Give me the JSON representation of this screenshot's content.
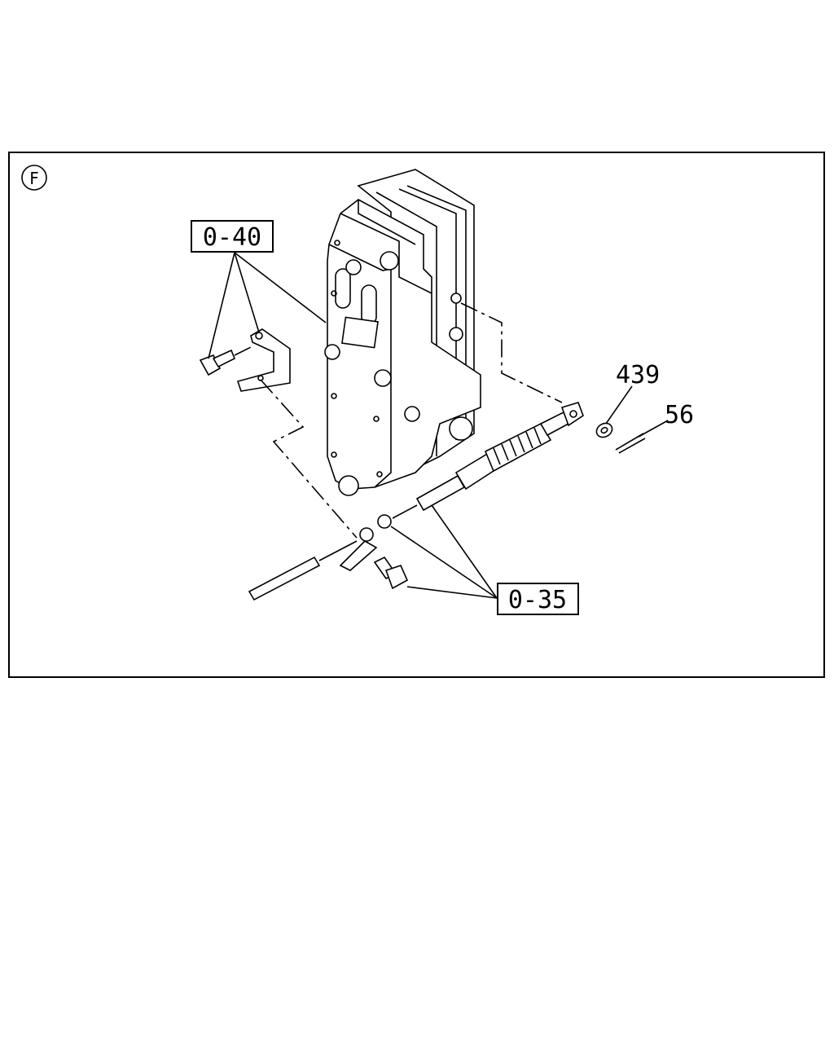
{
  "view": {
    "section_letter": "F"
  },
  "callouts": {
    "upper_group_code": "0-40",
    "lower_group_code": "0-35",
    "washer_part_no": "439",
    "pin_part_no": "56"
  },
  "colors": {
    "line": "#000000",
    "background": "#ffffff"
  }
}
